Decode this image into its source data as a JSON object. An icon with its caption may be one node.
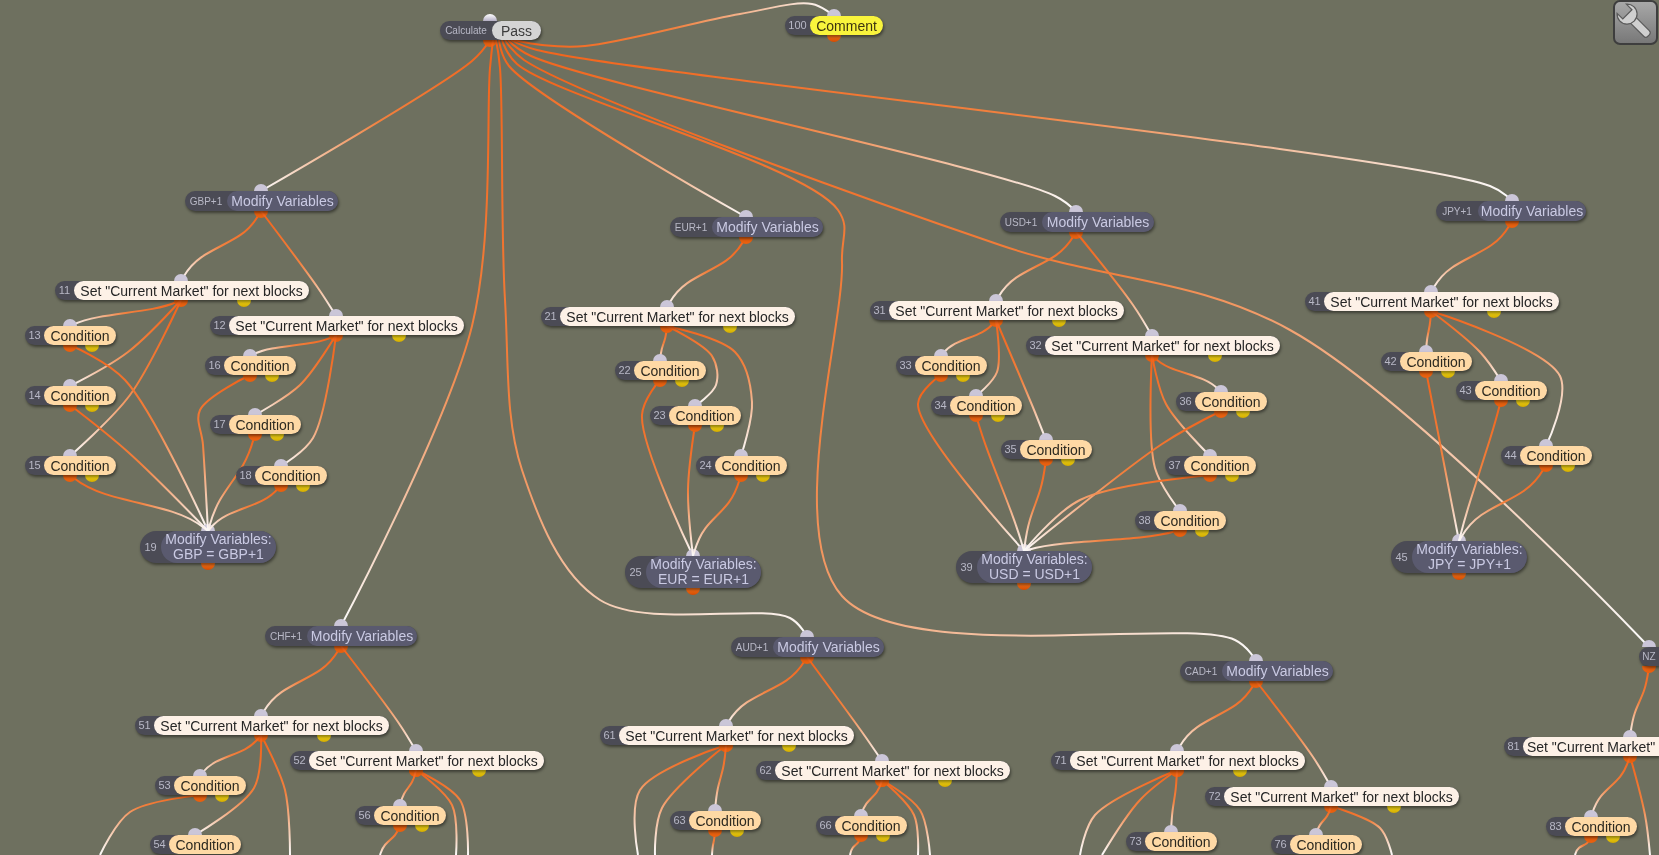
{
  "diagram": {
    "nodes": [
      {
        "text": [
          "Calculate",
          "Pass"
        ]
      },
      {
        "text": [
          "100",
          "Comment"
        ]
      },
      {
        "text": [
          "GBP+1",
          "Modify Variables"
        ]
      },
      {
        "text": [
          "11",
          "Set \"Current Market\" for next blocks"
        ]
      },
      {
        "text": [
          "12",
          "Set \"Current Market\" for next blocks"
        ]
      },
      {
        "text": [
          "13",
          "Condition"
        ]
      },
      {
        "text": [
          "14",
          "Condition"
        ]
      },
      {
        "text": [
          "15",
          "Condition"
        ]
      },
      {
        "text": [
          "16",
          "Condition"
        ]
      },
      {
        "text": [
          "17",
          "Condition"
        ]
      },
      {
        "text": [
          "18",
          "Condition"
        ]
      },
      {
        "text": [
          "19",
          "Modify Variables: GBP = GBP+1"
        ]
      },
      {
        "text": [
          "EUR+1",
          "Modify Variables"
        ]
      },
      {
        "text": [
          "21",
          "Set \"Current Market\" for next blocks"
        ]
      },
      {
        "text": [
          "22",
          "Condition"
        ]
      },
      {
        "text": [
          "23",
          "Condition"
        ]
      },
      {
        "text": [
          "24",
          "Condition"
        ]
      },
      {
        "text": [
          "25",
          "Modify Variables: EUR = EUR+1"
        ]
      },
      {
        "text": [
          "USD+1",
          "Modify Variables"
        ]
      },
      {
        "text": [
          "31",
          "Set \"Current Market\" for next blocks"
        ]
      },
      {
        "text": [
          "32",
          "Set \"Current Market\" for next blocks"
        ]
      },
      {
        "text": [
          "33",
          "Condition"
        ]
      },
      {
        "text": [
          "34",
          "Condition"
        ]
      },
      {
        "text": [
          "35",
          "Condition"
        ]
      },
      {
        "text": [
          "36",
          "Condition"
        ]
      },
      {
        "text": [
          "37",
          "Condition"
        ]
      },
      {
        "text": [
          "38",
          "Condition"
        ]
      },
      {
        "text": [
          "39",
          "Modify Variables: USD = USD+1"
        ]
      },
      {
        "text": [
          "JPY+1",
          "Modify Variables"
        ]
      },
      {
        "text": [
          "41",
          "Set \"Current Market\" for next blocks"
        ]
      },
      {
        "text": [
          "42",
          "Condition"
        ]
      },
      {
        "text": [
          "43",
          "Condition"
        ]
      },
      {
        "text": [
          "44",
          "Condition"
        ]
      },
      {
        "text": [
          "45",
          "Modify Variables: JPY = JPY+1"
        ]
      },
      {
        "text": [
          "CHF+1",
          "Modify Variables"
        ]
      },
      {
        "text": [
          "51",
          "Set \"Current Market\" for next blocks"
        ]
      },
      {
        "text": [
          "52",
          "Set \"Current Market\" for next blocks"
        ]
      },
      {
        "text": [
          "53",
          "Condition"
        ]
      },
      {
        "text": [
          "54",
          "Condition"
        ]
      },
      {
        "text": [
          "56",
          "Condition"
        ]
      },
      {
        "text": [
          "AUD+1",
          "Modify Variables"
        ]
      },
      {
        "text": [
          "61",
          "Set \"Current Market\" for next blocks"
        ]
      },
      {
        "text": [
          "62",
          "Set \"Current Market\" for next blocks"
        ]
      },
      {
        "text": [
          "63",
          "Condition"
        ]
      },
      {
        "text": [
          "66",
          "Condition"
        ]
      },
      {
        "text": [
          "CAD+1",
          "Modify Variables"
        ]
      },
      {
        "text": [
          "71",
          "Set \"Current Market\" for next blocks"
        ]
      },
      {
        "text": [
          "72",
          "Set \"Current Market\" for next blocks"
        ]
      },
      {
        "text": [
          "73",
          "Condition"
        ]
      },
      {
        "text": [
          "76",
          "Condition"
        ]
      },
      {
        "text": [
          "NZ"
        ]
      },
      {
        "text": [
          "81",
          "Set \"Current Market\""
        ]
      },
      {
        "text": [
          "83",
          "Condition"
        ]
      }
    ],
    "edges": [
      {
        "from": 0,
        "to": 1,
        "arrow": "other"
      },
      {
        "from": 0,
        "to": 2,
        "arrow": "other"
      },
      {
        "from": 0,
        "to": 12,
        "arrow": "other"
      },
      {
        "from": 0,
        "to": 18,
        "arrow": "other"
      },
      {
        "from": 0,
        "to": 28,
        "arrow": "other"
      },
      {
        "from": 0,
        "to": 34,
        "arrow": "other"
      },
      {
        "from": 0,
        "to": 40,
        "arrow": "other"
      },
      {
        "from": 0,
        "to": 45,
        "arrow": "other"
      },
      {
        "from": 0,
        "to": 50,
        "arrow": "other"
      },
      {
        "from": 2,
        "to": 3,
        "arrow": "other"
      },
      {
        "from": 2,
        "to": 4,
        "arrow": "other"
      },
      {
        "from": 3,
        "to": 5,
        "arrow": "other"
      },
      {
        "from": 3,
        "to": 6,
        "arrow": "other"
      },
      {
        "from": 3,
        "to": 7,
        "arrow": "other"
      },
      {
        "from": 4,
        "to": 8,
        "arrow": "other"
      },
      {
        "from": 4,
        "to": 9,
        "arrow": "other"
      },
      {
        "from": 4,
        "to": 10,
        "arrow": "other"
      },
      {
        "from": 5,
        "to": 11,
        "arrow": "other"
      },
      {
        "from": 6,
        "to": 11,
        "arrow": "other"
      },
      {
        "from": 7,
        "to": 11,
        "arrow": "other"
      },
      {
        "from": 8,
        "to": 11,
        "arrow": "other"
      },
      {
        "from": 9,
        "to": 11,
        "arrow": "other"
      },
      {
        "from": 10,
        "to": 11,
        "arrow": "other"
      },
      {
        "from": 12,
        "to": 13,
        "arrow": "other"
      },
      {
        "from": 13,
        "to": 14,
        "arrow": "other"
      },
      {
        "from": 13,
        "to": 15,
        "arrow": "other"
      },
      {
        "from": 13,
        "to": 16,
        "arrow": "other"
      },
      {
        "from": 14,
        "to": 17,
        "arrow": "other"
      },
      {
        "from": 15,
        "to": 17,
        "arrow": "other"
      },
      {
        "from": 16,
        "to": 17,
        "arrow": "other"
      },
      {
        "from": 18,
        "to": 19,
        "arrow": "other"
      },
      {
        "from": 18,
        "to": 20,
        "arrow": "other"
      },
      {
        "from": 19,
        "to": 21,
        "arrow": "other"
      },
      {
        "from": 19,
        "to": 22,
        "arrow": "other"
      },
      {
        "from": 19,
        "to": 23,
        "arrow": "other"
      },
      {
        "from": 20,
        "to": 24,
        "arrow": "other"
      },
      {
        "from": 20,
        "to": 25,
        "arrow": "other"
      },
      {
        "from": 20,
        "to": 26,
        "arrow": "other"
      },
      {
        "from": 21,
        "to": 27,
        "arrow": "other"
      },
      {
        "from": 22,
        "to": 27,
        "arrow": "other"
      },
      {
        "from": 23,
        "to": 27,
        "arrow": "other"
      },
      {
        "from": 24,
        "to": 27,
        "arrow": "other"
      },
      {
        "from": 25,
        "to": 27,
        "arrow": "other"
      },
      {
        "from": 26,
        "to": 27,
        "arrow": "other"
      },
      {
        "from": 28,
        "to": 29,
        "arrow": "other"
      },
      {
        "from": 29,
        "to": 30,
        "arrow": "other"
      },
      {
        "from": 29,
        "to": 31,
        "arrow": "other"
      },
      {
        "from": 29,
        "to": 32,
        "arrow": "other"
      },
      {
        "from": 30,
        "to": 33,
        "arrow": "other"
      },
      {
        "from": 31,
        "to": 33,
        "arrow": "other"
      },
      {
        "from": 32,
        "to": 33,
        "arrow": "other"
      },
      {
        "from": 34,
        "to": 35,
        "arrow": "other"
      },
      {
        "from": 34,
        "to": 36,
        "arrow": "other"
      },
      {
        "from": 35,
        "to": null,
        "arrow": "other"
      },
      {
        "from": 35,
        "to": 37,
        "arrow": "other"
      },
      {
        "from": 35,
        "to": 38,
        "arrow": "other"
      },
      {
        "from": 37,
        "to": null,
        "arrow": "other"
      },
      {
        "from": 36,
        "to": null,
        "arrow": "other"
      },
      {
        "from": 36,
        "to": null,
        "arrow": "other"
      },
      {
        "from": 36,
        "to": 39,
        "arrow": "other"
      },
      {
        "from": 39,
        "to": null,
        "arrow": "other"
      },
      {
        "from": 40,
        "to": 41,
        "arrow": "other"
      },
      {
        "from": 40,
        "to": 42,
        "arrow": "other"
      },
      {
        "from": 41,
        "to": null,
        "arrow": "other"
      },
      {
        "from": 41,
        "to": null,
        "arrow": "other"
      },
      {
        "from": 41,
        "to": 43,
        "arrow": "other"
      },
      {
        "from": 43,
        "to": null,
        "arrow": "other"
      },
      {
        "from": 42,
        "to": null,
        "arrow": "other"
      },
      {
        "from": 42,
        "to": null,
        "arrow": "other"
      },
      {
        "from": 42,
        "to": 44,
        "arrow": "other"
      },
      {
        "from": 44,
        "to": null,
        "arrow": "other"
      },
      {
        "from": 45,
        "to": 46,
        "arrow": "other"
      },
      {
        "from": 45,
        "to": 47,
        "arrow": "other"
      },
      {
        "from": 46,
        "to": null,
        "arrow": "other"
      },
      {
        "from": 46,
        "to": null,
        "arrow": "other"
      },
      {
        "from": 46,
        "to": 48,
        "arrow": "other"
      },
      {
        "from": 47,
        "to": null,
        "arrow": "other"
      },
      {
        "from": 47,
        "to": 49,
        "arrow": "other"
      },
      {
        "from": 50,
        "to": 51,
        "arrow": "other"
      },
      {
        "from": 51,
        "to": null,
        "arrow": "other"
      },
      {
        "from": 51,
        "to": 52,
        "arrow": "other"
      },
      {
        "from": 52,
        "to": null,
        "arrow": "other"
      }
    ]
  }
}
